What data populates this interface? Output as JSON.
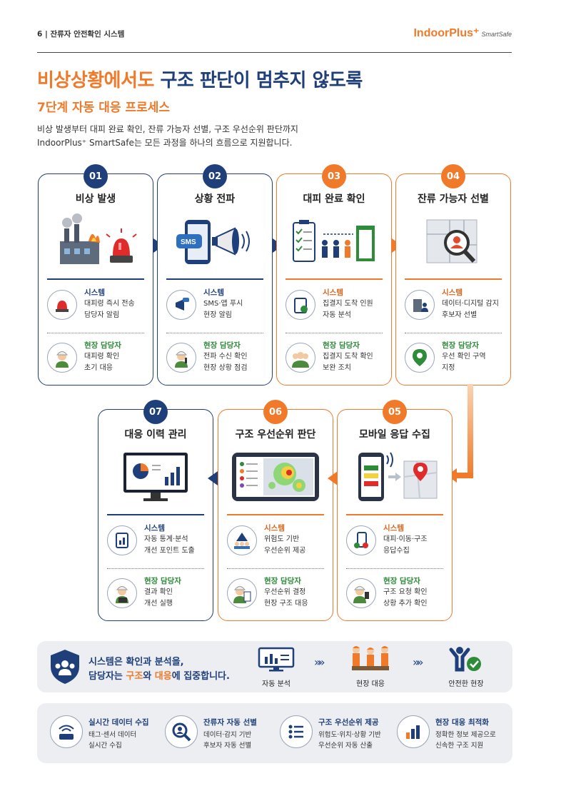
{
  "header": {
    "page_label": "6  |  잔류자 안전확인 시스템",
    "logo_main": "IndoorPlus⁺",
    "logo_sub": "SmartSafe"
  },
  "title": {
    "part1": "비상상황에서도 ",
    "part2": "구조 판단이 멈추지 않도록",
    "subtitle": "7단계 자동 대응 프로세스"
  },
  "description": {
    "line1": "비상 발생부터 대피 완료 확인, 잔류 가능자 선별, 구조 우선순위 판단까지",
    "line2": "IndoorPlus⁺ SmartSafe는 모든 과정을 하나의 흐름으로 지원합니다."
  },
  "steps": [
    {
      "num": "01",
      "title": "비상 발생",
      "sys_label": "시스템",
      "sys_l1": "대피령 즉시 전송",
      "sys_l2": "담당자 알림",
      "op_label": "현장 담당자",
      "op_l1": "대피령 확인",
      "op_l2": "초기 대응"
    },
    {
      "num": "02",
      "title": "상황 전파",
      "sys_label": "시스템",
      "sys_l1": "SMS·앱 푸시",
      "sys_l2": "현장 알림",
      "op_label": "현장 담당자",
      "op_l1": "전파 수신 확인",
      "op_l2": "현장 상황 점검",
      "sms": "SMS"
    },
    {
      "num": "03",
      "title": "대피 완료 확인",
      "sys_label": "시스템",
      "sys_l1": "집결지 도착 인원",
      "sys_l2": "자동 분석",
      "op_label": "현장 담당자",
      "op_l1": "집결지 도착 확인",
      "op_l2": "보완 조치"
    },
    {
      "num": "04",
      "title": "잔류 가능자 선별",
      "sys_label": "시스템",
      "sys_l1": "데이터·디지털 감지",
      "sys_l2": "후보자 선별",
      "op_label": "현장 담당자",
      "op_l1": "우선 확인 구역",
      "op_l2": "지정"
    },
    {
      "num": "05",
      "title": "모바일 응답 수집",
      "sys_label": "시스템",
      "sys_l1": "대피·이동·구조",
      "sys_l2": "응답수집",
      "op_label": "현장 담당자",
      "op_l1": "구조 요청 확인",
      "op_l2": "상황 추가 확인"
    },
    {
      "num": "06",
      "title": "구조 우선순위 판단",
      "sys_label": "시스템",
      "sys_l1": "위험도 기반",
      "sys_l2": "우선순위 제공",
      "op_label": "현장 담당자",
      "op_l1": "우선순위 결정",
      "op_l2": "현장 구조 대응"
    },
    {
      "num": "07",
      "title": "대응 이력 관리",
      "sys_label": "시스템",
      "sys_l1": "자동 통계·분석",
      "sys_l2": "개선 포인트 도출",
      "op_label": "현장 담당자",
      "op_l1": "결과 확인",
      "op_l2": "개선 실행"
    }
  ],
  "summary": {
    "line1": "시스템은 확인과 분석을,",
    "line2a": "담당자는 ",
    "line2b": "구조",
    "line2c": "와 ",
    "line2d": "대응",
    "line2e": "에 집중합니다.",
    "flow1": "자동 분석",
    "flow2": "현장 대응",
    "flow3": "안전한 현장",
    "chev": "»»"
  },
  "features": [
    {
      "title": "실시간 데이터 수집",
      "l1": "태그·센서 데이터",
      "l2": "실시간 수집"
    },
    {
      "title": "잔류자 자동 선별",
      "l1": "데이터·감지 기반",
      "l2": "후보자 자동 선별"
    },
    {
      "title": "구조 우선순위 제공",
      "l1": "위험도·위치·상황 기반",
      "l2": "우선순위 자동 산출"
    },
    {
      "title": "현장 대응 최적화",
      "l1": "정확한 정보 제공으로",
      "l2": "신속한 구조 지원"
    }
  ],
  "colors": {
    "navy": "#1f3f7a",
    "orange": "#f07a2a",
    "green": "#2e8b3a"
  }
}
